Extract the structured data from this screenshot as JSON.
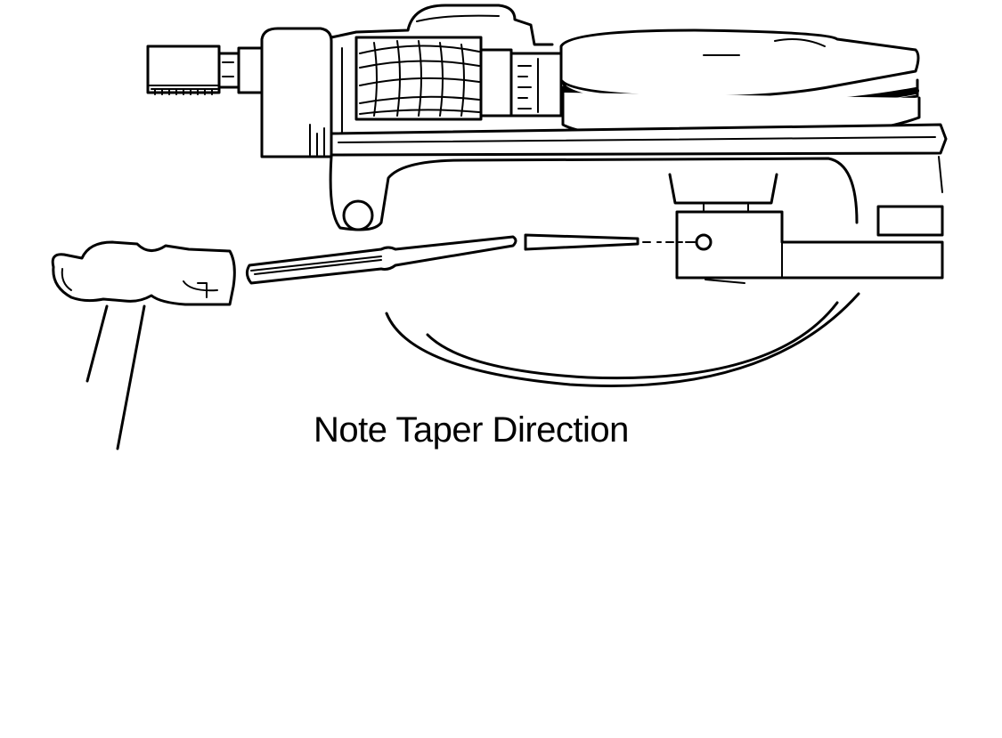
{
  "caption": "Note Taper Direction",
  "colors": {
    "background": "#ffffff",
    "ink": "#000000"
  },
  "figure": {
    "parts": [
      "tube-bender-tool",
      "drift-punch",
      "tapered-pin",
      "ball-peen-hammer"
    ]
  }
}
